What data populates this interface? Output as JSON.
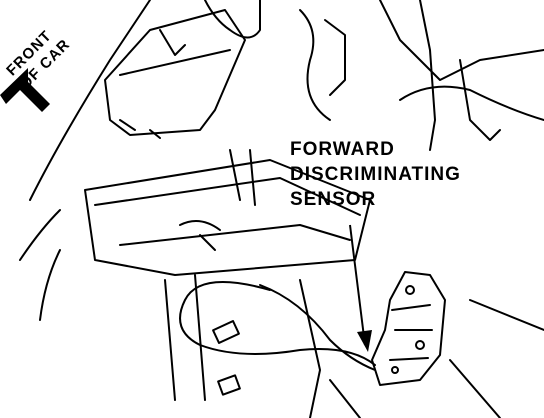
{
  "labels": {
    "front_of_car": [
      "FRONT",
      "OF CAR"
    ],
    "sensor_callout": [
      "FORWARD",
      "DISCRIMINATING",
      "SENSOR"
    ]
  },
  "colors": {
    "ink": "#000000",
    "paper": "#ffffff"
  }
}
